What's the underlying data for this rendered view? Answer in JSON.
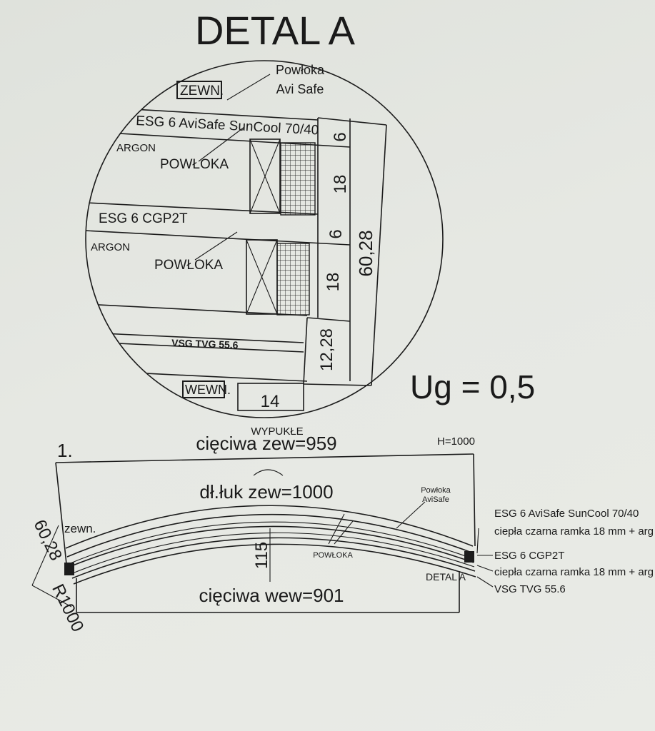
{
  "title": "DETAL A",
  "ug": "Ug = 0,5",
  "detail": {
    "zewn": "ZEWN.",
    "wewn": "WEWN.",
    "coating_top": "Powłoka",
    "coating_top2": "Avi Safe",
    "pane1": "ESG 6 AviSafe SunCool 70/40",
    "pane2": "ESG 6 CGP2T",
    "pane3": "VSG TVG 55.6",
    "argon": "ARGON",
    "powloka": "POWŁOKA",
    "dim_6a": "6",
    "dim_18a": "18",
    "dim_6b": "6",
    "dim_18b": "18",
    "dim_1228": "12,28",
    "dim_6028": "60,28",
    "dim_14": "14"
  },
  "arch": {
    "number": "1.",
    "wypukle": "WYPUKŁE",
    "chord_ext": "cięciwa zew=959",
    "h": "H=1000",
    "arc_len": "dł.łuk zew=1000",
    "zewn": "zewn.",
    "coating": "Powłoka",
    "coating2": "AviSafe",
    "powloka": "POWŁOKA",
    "dim_115": "115",
    "detal": "DETAL A",
    "chord_int": "cięciwa wew=901",
    "dim_6028": "60,28",
    "radius": "R1000"
  },
  "legend": [
    "ESG 6 AviSafe SunCool 70/40",
    "ciepła czarna ramka 18 mm + arg",
    "ESG 6 CGP2T",
    "ciepła czarna ramka 18 mm + arg",
    "VSG TVG 55.6"
  ]
}
